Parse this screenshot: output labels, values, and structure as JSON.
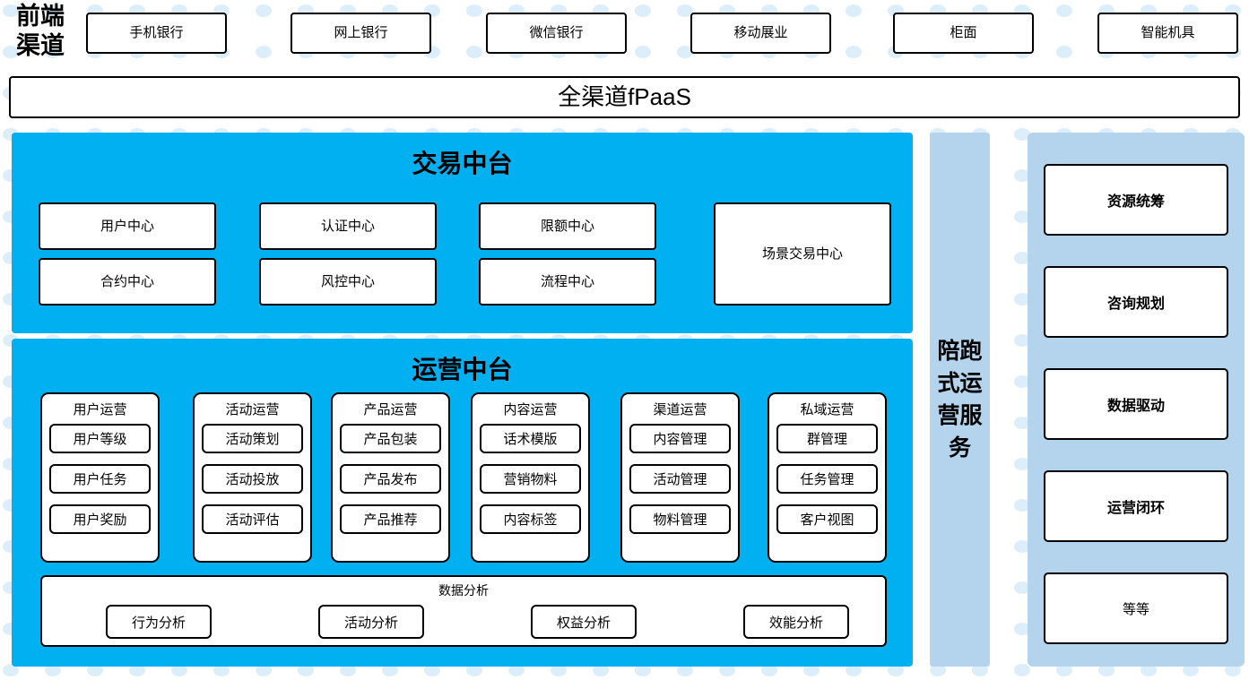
{
  "colors": {
    "panel_blue": "#00B0F0",
    "sidebar_blue": "#B4D3EC",
    "box_white": "#FFFFFF",
    "line_black": "#000000",
    "dot_blue": "#DCEEF9"
  },
  "front_channel": {
    "label": "前端渠道",
    "label_lines": [
      "前端",
      "渠道"
    ],
    "items": [
      {
        "label": "手机银行"
      },
      {
        "label": "网上银行"
      },
      {
        "label": "微信银行"
      },
      {
        "label": "移动展业"
      },
      {
        "label": "柜面"
      },
      {
        "label": "智能机具"
      }
    ]
  },
  "fpaas": {
    "label": "全渠道fPaaS"
  },
  "trade_center": {
    "title": "交易中台",
    "boxes": [
      {
        "label": "用户中心"
      },
      {
        "label": "认证中心"
      },
      {
        "label": "限额中心"
      },
      {
        "label": "合约中心"
      },
      {
        "label": "风控中心"
      },
      {
        "label": "流程中心"
      }
    ],
    "scene_box": {
      "label": "场景交易中心"
    }
  },
  "operation_center": {
    "title": "运营中台",
    "columns": [
      {
        "title": "用户运营",
        "items": [
          "用户等级",
          "用户任务",
          "用户奖励"
        ]
      },
      {
        "title": "活动运营",
        "items": [
          "活动策划",
          "活动投放",
          "活动评估"
        ]
      },
      {
        "title": "产品运营",
        "items": [
          "产品包装",
          "产品发布",
          "产品推荐"
        ]
      },
      {
        "title": "内容运营",
        "items": [
          "话术模版",
          "营销物料",
          "内容标签"
        ]
      },
      {
        "title": "渠道运营",
        "items": [
          "内容管理",
          "活动管理",
          "物料管理"
        ]
      },
      {
        "title": "私域运营",
        "items": [
          "群管理",
          "任务管理",
          "客户视图"
        ]
      }
    ],
    "data_analysis": {
      "title": "数据分析",
      "items": [
        "行为分析",
        "活动分析",
        "权益分析",
        "效能分析"
      ]
    }
  },
  "service_column": {
    "label": "陪跑式运营服务"
  },
  "right_column": {
    "items": [
      {
        "label": "资源统筹",
        "bold": true
      },
      {
        "label": "咨询规划",
        "bold": true
      },
      {
        "label": "数据驱动",
        "bold": true
      },
      {
        "label": "运营闭环",
        "bold": true
      },
      {
        "label": "等等",
        "bold": false
      }
    ]
  }
}
